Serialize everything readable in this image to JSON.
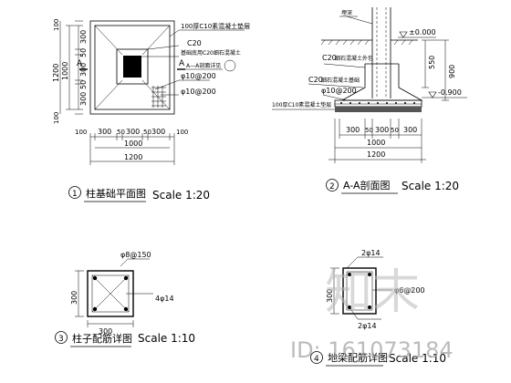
{
  "plan": {
    "title": "柱基础平面图",
    "scale": "Scale 1:20",
    "number": "1",
    "callout_base": "100厚C10素混凝土垫层",
    "callout_conc": "C20",
    "callout_bed": "基础底用C20细石混凝土",
    "section_label": "A",
    "section_text": "A—A剖面详见",
    "bar_a": "φ10@200",
    "bar_b": "φ10@200",
    "dim_left": [
      "300",
      "50",
      "300",
      "50",
      "300"
    ],
    "dim_left_total1": "1000",
    "dim_left_total2": "1200",
    "dim_left_outer": [
      "100",
      "100"
    ],
    "dim_bottom": [
      "300",
      "50",
      "300",
      "50",
      "300"
    ],
    "dim_bottom_side": [
      "100",
      "100"
    ],
    "dim_bottom_total1": "1000",
    "dim_bottom_total2": "1200"
  },
  "section": {
    "title": "A-A剖面图",
    "scale": "Scale 1:20",
    "number": "2",
    "level_top": "±0.000",
    "level_bottom": "-0.900",
    "top_note": "埋深",
    "callout_conc": "C20",
    "callout_conc_note": "细石混凝土外包",
    "callout_conc2": "C20",
    "callout_conc2_note": "细石混凝土基础",
    "bar": "φ10@200",
    "callout_base": "100厚C10素混凝土垫层",
    "dim_right": [
      "550",
      "900"
    ],
    "dim_bottom": [
      "300",
      "50",
      "300",
      "50",
      "300"
    ],
    "dim_bottom_total": "1000",
    "dim_bottom_total2": "1200"
  },
  "column_detail": {
    "title": "柱子配筋详图",
    "scale": "Scale 1:10",
    "number": "3",
    "stirrup": "φ8@150",
    "main_bars": "4φ14",
    "dim_side": "300",
    "dim_bottom": "300"
  },
  "beam_detail": {
    "title": "地梁配筋详图",
    "scale": "Scale 1:10",
    "number": "4",
    "top_bars": "2φ14",
    "stirrup": "φ6@200",
    "bottom_bars": "2φ14",
    "dim_side": "300"
  },
  "watermark": {
    "logo": "知末",
    "id_text": "ID: 161073184"
  }
}
